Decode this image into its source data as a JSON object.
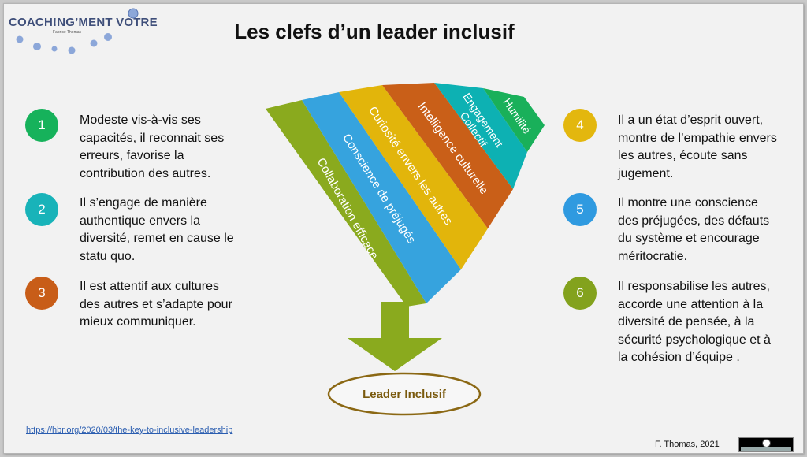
{
  "logo": {
    "name": "COACH!NG’MENT VOTRE",
    "subtitle": "Fabrice Thomas"
  },
  "title": "Les clefs d’un leader inclusif",
  "colors": {
    "green": "#8aaa1e",
    "blue": "#36a3de",
    "yellow": "#e2b50b",
    "orange": "#c95f18",
    "teal": "#0db1b3",
    "emerald": "#19b05a",
    "circle1": "#16b25b",
    "circle2": "#18b3b9",
    "circle3": "#c85d18",
    "circle4": "#e3b70e",
    "circle5": "#2f9ae0",
    "circle6": "#83a21d",
    "oval": "#8b6814"
  },
  "funnel_bands": [
    {
      "label": "Collaboration efficace"
    },
    {
      "label": "Conscience de préjugés"
    },
    {
      "label": "Curiosité envers les autres"
    },
    {
      "label": "Intelligence culturelle"
    },
    {
      "label": "Engagement",
      "label2": "Collectif"
    },
    {
      "label": "Humilité"
    }
  ],
  "result_label": "Leader Inclusif",
  "items": [
    {
      "number": "1",
      "text": "Modeste vis-à-vis ses\ncapacités, il reconnait ses\nerreurs, favorise la\ncontribution des autres."
    },
    {
      "number": "2",
      "text": "Il s’engage de manière\nauthentique envers la\ndiversité, remet en cause le\nstatu quo."
    },
    {
      "number": "3",
      "text": "Il est attentif aux cultures\ndes autres et s’adapte pour\nmieux communiquer."
    },
    {
      "number": "4",
      "text": "Il a un état d’esprit ouvert,\nmontre de l’empathie envers\nles autres, écoute sans\njugement."
    },
    {
      "number": "5",
      "text": "Il montre une conscience\ndes préjugées, des défauts\ndu système et encourage\nméritocratie."
    },
    {
      "number": "6",
      "text": "Il responsabilise les autres,\naccorde une attention à la\ndiversité de pensée, à la\nsécurité psychologique et à\nla cohésion d’équipe ."
    }
  ],
  "source_link": "https://hbr.org/2020/03/the-key-to-inclusive-leadership",
  "credit": "F. Thomas, 2021"
}
